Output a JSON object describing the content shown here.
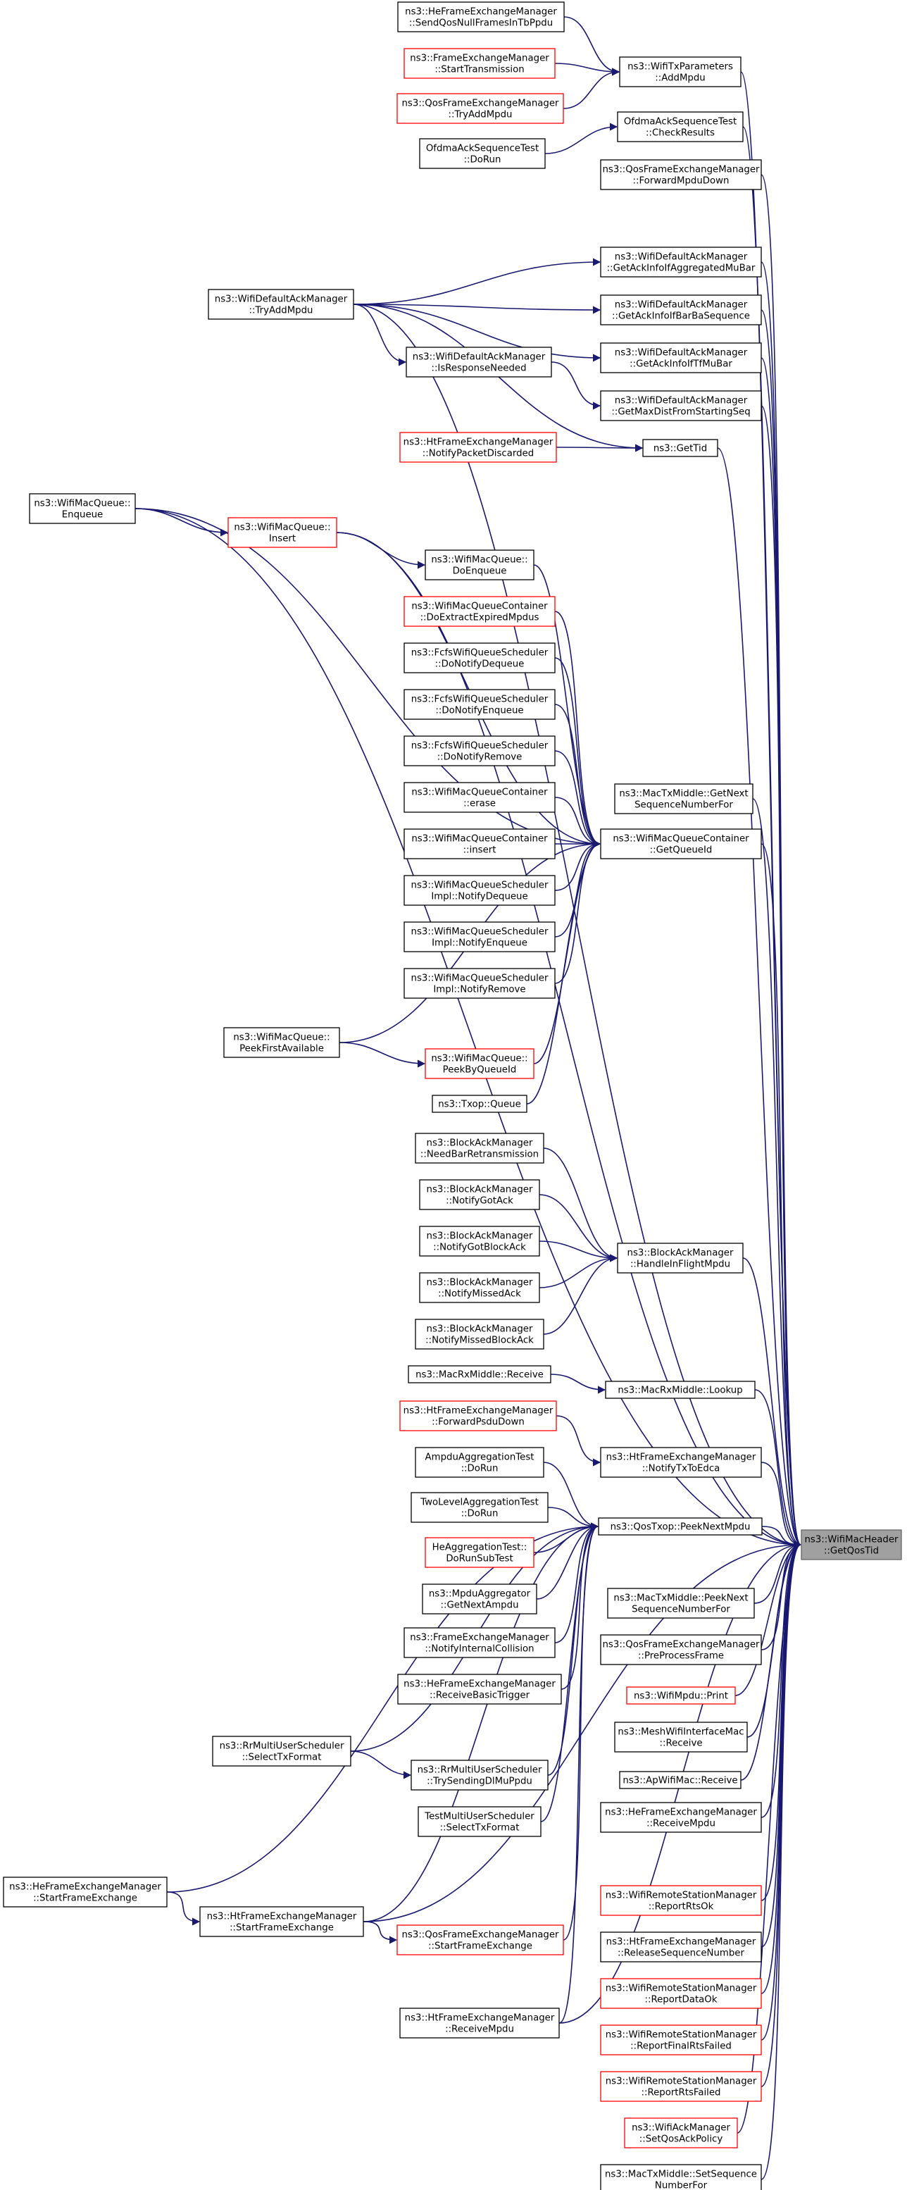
{
  "colors": {
    "edge": "#191970",
    "node_border": "#000000",
    "node_border_incomplete": "#ff0000",
    "target_fill": "#a0a0a0",
    "background": "#ffffff"
  },
  "target": {
    "id": "T",
    "lines": [
      "ns3::WifiMacHeader",
      "::GetQosTid"
    ]
  },
  "nodes": [
    {
      "id": "n1",
      "lines": [
        "ns3::HeFrameExchangeManager",
        "::SendQosNullFramesInTbPpdu"
      ],
      "red": false
    },
    {
      "id": "n2",
      "lines": [
        "ns3::FrameExchangeManager",
        "::StartTransmission"
      ],
      "red": true
    },
    {
      "id": "n3",
      "lines": [
        "ns3::QosFrameExchangeManager",
        "::TryAddMpdu"
      ],
      "red": true
    },
    {
      "id": "n4",
      "lines": [
        "ns3::WifiTxParameters",
        "::AddMpdu"
      ],
      "red": false
    },
    {
      "id": "n5",
      "lines": [
        "OfdmaAckSequenceTest",
        "::DoRun"
      ],
      "red": false
    },
    {
      "id": "n6",
      "lines": [
        "OfdmaAckSequenceTest",
        "::CheckResults"
      ],
      "red": false
    },
    {
      "id": "n7",
      "lines": [
        "ns3::QosFrameExchangeManager",
        "::ForwardMpduDown"
      ],
      "red": false
    },
    {
      "id": "n8",
      "lines": [
        "ns3::WifiDefaultAckManager",
        "::TryAddMpdu"
      ],
      "red": false
    },
    {
      "id": "n9",
      "lines": [
        "ns3::WifiDefaultAckManager",
        "::GetAckInfoIfAggregatedMuBar"
      ],
      "red": false
    },
    {
      "id": "n10",
      "lines": [
        "ns3::WifiDefaultAckManager",
        "::GetAckInfoIfBarBaSequence"
      ],
      "red": false
    },
    {
      "id": "n11",
      "lines": [
        "ns3::WifiDefaultAckManager",
        "::IsResponseNeeded"
      ],
      "red": false
    },
    {
      "id": "n12",
      "lines": [
        "ns3::WifiDefaultAckManager",
        "::GetAckInfoIfTfMuBar"
      ],
      "red": false
    },
    {
      "id": "n13",
      "lines": [
        "ns3::WifiDefaultAckManager",
        "::GetMaxDistFromStartingSeq"
      ],
      "red": false
    },
    {
      "id": "n14",
      "lines": [
        "ns3::HtFrameExchangeManager",
        "::NotifyPacketDiscarded"
      ],
      "red": true
    },
    {
      "id": "n15",
      "lines": [
        "ns3::GetTid"
      ],
      "red": false
    },
    {
      "id": "n16",
      "lines": [
        "ns3::WifiMacQueue::",
        "Enqueue"
      ],
      "red": false
    },
    {
      "id": "n17",
      "lines": [
        "ns3::WifiMacQueue::",
        "Insert"
      ],
      "red": true
    },
    {
      "id": "n18",
      "lines": [
        "ns3::WifiMacQueue::",
        "DoEnqueue"
      ],
      "red": false
    },
    {
      "id": "n19",
      "lines": [
        "ns3::WifiMacQueueContainer",
        "::DoExtractExpiredMpdus"
      ],
      "red": true
    },
    {
      "id": "n20",
      "lines": [
        "ns3::FcfsWifiQueueScheduler",
        "::DoNotifyDequeue"
      ],
      "red": false
    },
    {
      "id": "n21",
      "lines": [
        "ns3::FcfsWifiQueueScheduler",
        "::DoNotifyEnqueue"
      ],
      "red": false
    },
    {
      "id": "n22",
      "lines": [
        "ns3::FcfsWifiQueueScheduler",
        "::DoNotifyRemove"
      ],
      "red": false
    },
    {
      "id": "n23",
      "lines": [
        "ns3::MacTxMiddle::GetNext",
        "SequenceNumberFor"
      ],
      "red": false
    },
    {
      "id": "n24",
      "lines": [
        "ns3::WifiMacQueueContainer",
        "::erase"
      ],
      "red": false
    },
    {
      "id": "n25",
      "lines": [
        "ns3::WifiMacQueueContainer",
        "::GetQueueId"
      ],
      "red": false
    },
    {
      "id": "n26",
      "lines": [
        "ns3::WifiMacQueueContainer",
        "::insert"
      ],
      "red": false
    },
    {
      "id": "n27",
      "lines": [
        "ns3::WifiMacQueueScheduler",
        "Impl::NotifyDequeue"
      ],
      "red": false
    },
    {
      "id": "n28",
      "lines": [
        "ns3::WifiMacQueueScheduler",
        "Impl::NotifyEnqueue"
      ],
      "red": false
    },
    {
      "id": "n29",
      "lines": [
        "ns3::WifiMacQueueScheduler",
        "Impl::NotifyRemove"
      ],
      "red": false
    },
    {
      "id": "n30",
      "lines": [
        "ns3::WifiMacQueue::",
        "PeekFirstAvailable"
      ],
      "red": false
    },
    {
      "id": "n31",
      "lines": [
        "ns3::WifiMacQueue::",
        "PeekByQueueId"
      ],
      "red": true
    },
    {
      "id": "n32",
      "lines": [
        "ns3::Txop::Queue"
      ],
      "red": false
    },
    {
      "id": "n33",
      "lines": [
        "ns3::BlockAckManager",
        "::NeedBarRetransmission"
      ],
      "red": false
    },
    {
      "id": "n34",
      "lines": [
        "ns3::BlockAckManager",
        "::NotifyGotAck"
      ],
      "red": false
    },
    {
      "id": "n35",
      "lines": [
        "ns3::BlockAckManager",
        "::NotifyGotBlockAck"
      ],
      "red": false
    },
    {
      "id": "n36",
      "lines": [
        "ns3::BlockAckManager",
        "::HandleInFlightMpdu"
      ],
      "red": false
    },
    {
      "id": "n37",
      "lines": [
        "ns3::BlockAckManager",
        "::NotifyMissedAck"
      ],
      "red": false
    },
    {
      "id": "n38",
      "lines": [
        "ns3::BlockAckManager",
        "::NotifyMissedBlockAck"
      ],
      "red": false
    },
    {
      "id": "n39",
      "lines": [
        "ns3::MacRxMiddle::Receive"
      ],
      "red": false
    },
    {
      "id": "n40",
      "lines": [
        "ns3::MacRxMiddle::Lookup"
      ],
      "red": false
    },
    {
      "id": "n41",
      "lines": [
        "ns3::HtFrameExchangeManager",
        "::ForwardPsduDown"
      ],
      "red": true
    },
    {
      "id": "n42",
      "lines": [
        "ns3::HtFrameExchangeManager",
        "::NotifyTxToEdca"
      ],
      "red": false
    },
    {
      "id": "n43",
      "lines": [
        "AmpduAggregationTest",
        "::DoRun"
      ],
      "red": false
    },
    {
      "id": "n44",
      "lines": [
        "TwoLevelAggregationTest",
        "::DoRun"
      ],
      "red": false
    },
    {
      "id": "n45",
      "lines": [
        "ns3::QosTxop::PeekNextMpdu"
      ],
      "red": false
    },
    {
      "id": "n46",
      "lines": [
        "HeAggregationTest::",
        "DoRunSubTest"
      ],
      "red": true
    },
    {
      "id": "n47",
      "lines": [
        "ns3::MpduAggregator",
        "::GetNextAmpdu"
      ],
      "red": false
    },
    {
      "id": "n48",
      "lines": [
        "ns3::MacTxMiddle::PeekNext",
        "SequenceNumberFor"
      ],
      "red": false
    },
    {
      "id": "n49",
      "lines": [
        "ns3::FrameExchangeManager",
        "::NotifyInternalCollision"
      ],
      "red": false
    },
    {
      "id": "n50",
      "lines": [
        "ns3::QosFrameExchangeManager",
        "::PreProcessFrame"
      ],
      "red": false
    },
    {
      "id": "n51",
      "lines": [
        "ns3::HeFrameExchangeManager",
        "::ReceiveBasicTrigger"
      ],
      "red": false
    },
    {
      "id": "n52",
      "lines": [
        "ns3::WifiMpdu::Print"
      ],
      "red": true
    },
    {
      "id": "n53",
      "lines": [
        "ns3::RrMultiUserScheduler",
        "::SelectTxFormat"
      ],
      "red": false
    },
    {
      "id": "n54",
      "lines": [
        "ns3::MeshWifiInterfaceMac",
        "::Receive"
      ],
      "red": false
    },
    {
      "id": "n55",
      "lines": [
        "ns3::RrMultiUserScheduler",
        "::TrySendingDlMuPpdu"
      ],
      "red": false
    },
    {
      "id": "n56",
      "lines": [
        "ns3::ApWifiMac::Receive"
      ],
      "red": false
    },
    {
      "id": "n57",
      "lines": [
        "TestMultiUserScheduler",
        "::SelectTxFormat"
      ],
      "red": false
    },
    {
      "id": "n58",
      "lines": [
        "ns3::HeFrameExchangeManager",
        "::ReceiveMpdu"
      ],
      "red": false
    },
    {
      "id": "n59",
      "lines": [
        "ns3::HeFrameExchangeManager",
        "::StartFrameExchange"
      ],
      "red": false
    },
    {
      "id": "n60",
      "lines": [
        "ns3::WifiRemoteStationManager",
        "::ReportRtsOk"
      ],
      "red": true
    },
    {
      "id": "n61",
      "lines": [
        "ns3::HtFrameExchangeManager",
        "::StartFrameExchange"
      ],
      "red": false
    },
    {
      "id": "n62",
      "lines": [
        "ns3::QosFrameExchangeManager",
        "::StartFrameExchange"
      ],
      "red": true
    },
    {
      "id": "n63",
      "lines": [
        "ns3::HtFrameExchangeManager",
        "::ReleaseSequenceNumber"
      ],
      "red": false
    },
    {
      "id": "n64",
      "lines": [
        "ns3::WifiRemoteStationManager",
        "::ReportDataOk"
      ],
      "red": true
    },
    {
      "id": "n65",
      "lines": [
        "ns3::HtFrameExchangeManager",
        "::ReceiveMpdu"
      ],
      "red": false
    },
    {
      "id": "n66",
      "lines": [
        "ns3::WifiRemoteStationManager",
        "::ReportFinalRtsFailed"
      ],
      "red": true
    },
    {
      "id": "n67",
      "lines": [
        "ns3::WifiRemoteStationManager",
        "::ReportRtsFailed"
      ],
      "red": true
    },
    {
      "id": "n68",
      "lines": [
        "ns3::WifiAckManager",
        "::SetQosAckPolicy"
      ],
      "red": true
    },
    {
      "id": "n69",
      "lines": [
        "ns3::MacTxMiddle::SetSequence",
        "NumberFor"
      ],
      "red": false
    }
  ],
  "edges": [
    [
      "n1",
      "n4"
    ],
    [
      "n2",
      "n4"
    ],
    [
      "n3",
      "n4"
    ],
    [
      "n5",
      "n6"
    ],
    [
      "n8",
      "n9"
    ],
    [
      "n8",
      "n10"
    ],
    [
      "n8",
      "n11"
    ],
    [
      "n8",
      "n12"
    ],
    [
      "n8",
      "n15"
    ],
    [
      "n11",
      "n13"
    ],
    [
      "n14",
      "n15"
    ],
    [
      "n16",
      "n17"
    ],
    [
      "n16",
      "n25"
    ],
    [
      "n17",
      "n18"
    ],
    [
      "n17",
      "n25"
    ],
    [
      "n18",
      "n25"
    ],
    [
      "n19",
      "n25"
    ],
    [
      "n20",
      "n25"
    ],
    [
      "n21",
      "n25"
    ],
    [
      "n22",
      "n25"
    ],
    [
      "n24",
      "n25"
    ],
    [
      "n26",
      "n25"
    ],
    [
      "n27",
      "n25"
    ],
    [
      "n28",
      "n25"
    ],
    [
      "n29",
      "n25"
    ],
    [
      "n30",
      "n31"
    ],
    [
      "n30",
      "n25"
    ],
    [
      "n31",
      "n25"
    ],
    [
      "n32",
      "n25"
    ],
    [
      "n33",
      "n36"
    ],
    [
      "n34",
      "n36"
    ],
    [
      "n35",
      "n36"
    ],
    [
      "n37",
      "n36"
    ],
    [
      "n38",
      "n36"
    ],
    [
      "n39",
      "n40"
    ],
    [
      "n41",
      "n42"
    ],
    [
      "n43",
      "n45"
    ],
    [
      "n44",
      "n45"
    ],
    [
      "n46",
      "n45"
    ],
    [
      "n47",
      "n45"
    ],
    [
      "n49",
      "n45"
    ],
    [
      "n51",
      "n45"
    ],
    [
      "n53",
      "n55"
    ],
    [
      "n53",
      "n45"
    ],
    [
      "n55",
      "n45"
    ],
    [
      "n57",
      "n45"
    ],
    [
      "n59",
      "n61"
    ],
    [
      "n59",
      "n45"
    ],
    [
      "n61",
      "n62"
    ],
    [
      "n61",
      "n45"
    ],
    [
      "n62",
      "n45"
    ],
    [
      "n65",
      "n45"
    ],
    [
      "n4",
      "T"
    ],
    [
      "n6",
      "T"
    ],
    [
      "n7",
      "T"
    ],
    [
      "n8",
      "T"
    ],
    [
      "n9",
      "T"
    ],
    [
      "n10",
      "T"
    ],
    [
      "n12",
      "T"
    ],
    [
      "n13",
      "T"
    ],
    [
      "n15",
      "T"
    ],
    [
      "n16",
      "T"
    ],
    [
      "n17",
      "T"
    ],
    [
      "n23",
      "T"
    ],
    [
      "n25",
      "T"
    ],
    [
      "n36",
      "T"
    ],
    [
      "n40",
      "T"
    ],
    [
      "n42",
      "T"
    ],
    [
      "n45",
      "T"
    ],
    [
      "n48",
      "T"
    ],
    [
      "n50",
      "T"
    ],
    [
      "n52",
      "T"
    ],
    [
      "n54",
      "T"
    ],
    [
      "n56",
      "T"
    ],
    [
      "n58",
      "T"
    ],
    [
      "n60",
      "T"
    ],
    [
      "n61",
      "T"
    ],
    [
      "n63",
      "T"
    ],
    [
      "n64",
      "T"
    ],
    [
      "n65",
      "T"
    ],
    [
      "n66",
      "T"
    ],
    [
      "n67",
      "T"
    ],
    [
      "n68",
      "T"
    ],
    [
      "n69",
      "T"
    ]
  ]
}
